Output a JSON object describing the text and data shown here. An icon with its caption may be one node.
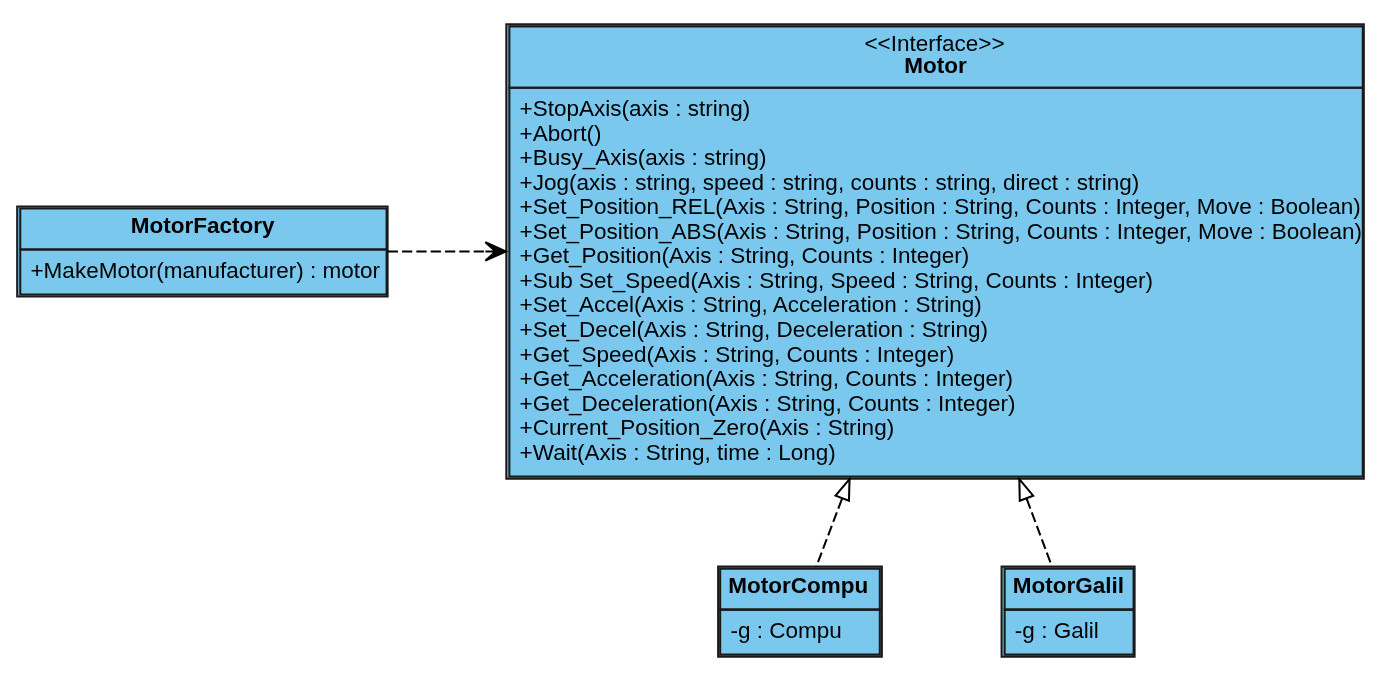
{
  "diagram": {
    "nodes": [
      {
        "text": [
          "MotorFactory",
          "+MakeMotor(manufacturer) : motor"
        ]
      },
      {
        "text": [
          "<<Interface>>",
          "Motor",
          "+StopAxis(axis : string)",
          "+Abort()",
          "+Busy_Axis(axis : string)",
          "+Jog(axis : string, speed : string, counts : string, direct : string)",
          "+Set_Position_REL(Axis : String, Position : String, Counts : Integer, Move : Boolean)",
          "+Set_Position_ABS(Axis : String, Position : String, Counts : Integer, Move : Boolean)",
          "+Get_Position(Axis : String, Counts : Integer)",
          "+Sub Set_Speed(Axis : String, Speed : String, Counts : Integer)",
          "+Set_Accel(Axis : String, Acceleration : String)",
          "+Set_Decel(Axis : String, Deceleration : String)",
          "+Get_Speed(Axis : String, Counts : Integer)",
          "+Get_Acceleration(Axis : String, Counts : Integer)",
          "+Get_Deceleration(Axis : String, Counts : Integer)",
          "+Current_Position_Zero(Axis : String)",
          "+Wait(Axis : String, time : Long)"
        ]
      },
      {
        "text": [
          "MotorCompu",
          "-g : Compu"
        ]
      },
      {
        "text": [
          "MotorGalil",
          "-g : Galil"
        ]
      }
    ],
    "edges": [
      {
        "from": 0,
        "to": 1,
        "arrow": "to",
        "style": "dashed"
      },
      {
        "from": 2,
        "to": 1,
        "arrow": "to",
        "style": "dashed"
      },
      {
        "from": 3,
        "to": 1,
        "arrow": "to",
        "style": "dashed"
      }
    ]
  }
}
